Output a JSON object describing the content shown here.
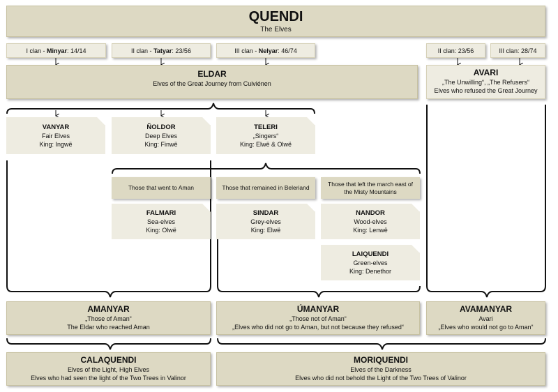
{
  "quendi": {
    "title": "QUENDI",
    "subtitle": "The Elves"
  },
  "clans": [
    {
      "prefix": "I clan - ",
      "name": "Minyar",
      "count": ": 14/14"
    },
    {
      "prefix": "II clan - ",
      "name": "Tatyar",
      "count": ": 23/56"
    },
    {
      "prefix": "III clan - ",
      "name": "Nelyar",
      "count": ": 46/74"
    },
    {
      "label": "II clan: 23/56"
    },
    {
      "label": "III clan: 28/74"
    }
  ],
  "eldar": {
    "title": "ELDAR",
    "subtitle": "Elves of the Great Journey from Cuiviénen"
  },
  "avari": {
    "title": "AVARI",
    "line1": "„The Unwilling“, „The Refusers“",
    "line2": "Elves who refused the Great Journey"
  },
  "kindreds": [
    {
      "name": "VANYAR",
      "desc": "Fair Elves",
      "king": "King: Ingwë"
    },
    {
      "name": "ÑOLDOR",
      "desc": "Deep Elves",
      "king": "King: Finwë"
    },
    {
      "name": "TELERI",
      "desc": "„Singers“",
      "king": "King: Elwë & Olwë"
    }
  ],
  "teleri_groups": [
    "Those that went to Aman",
    "Those that remained in Beleriand",
    "Those that left the march east of the Misty Mountains"
  ],
  "subkindreds": [
    {
      "name": "FALMARI",
      "desc": "Sea-elves",
      "king": "King: Olwë"
    },
    {
      "name": "SINDAR",
      "desc": "Grey-elves",
      "king": "King: Elwë"
    },
    {
      "name": "NANDOR",
      "desc": "Wood-elves",
      "king": "King: Lenwë"
    },
    {
      "name": "LAIQUENDI",
      "desc": "Green-elves",
      "king": "King: Denethor"
    }
  ],
  "amanyar": {
    "title": "AMANYAR",
    "line1": "„Those of Aman“",
    "line2": "The Eldar who reached Aman"
  },
  "umanyar": {
    "title": "ÚMANYAR",
    "line1": "„Those not of Aman“",
    "line2": "„Elves who did not go to Aman, but not because they refused“"
  },
  "avamanyar": {
    "title": "AVAMANYAR",
    "line1": "Avari",
    "line2": "„Elves who would not go to Aman“"
  },
  "calaquendi": {
    "title": "CALAQUENDI",
    "line1": "Elves of the Light, High Elves",
    "line2": "Elves who had seen the light of the Two Trees in Valinor"
  },
  "moriquendi": {
    "title": "MORIQUENDI",
    "line1": "Elves of the Darkness",
    "line2": "Elves who did not behold the Light of the Two Trees of Valinor"
  },
  "colors": {
    "box": "#ddd9c3",
    "card": "#eeece1",
    "line": "#111111"
  }
}
